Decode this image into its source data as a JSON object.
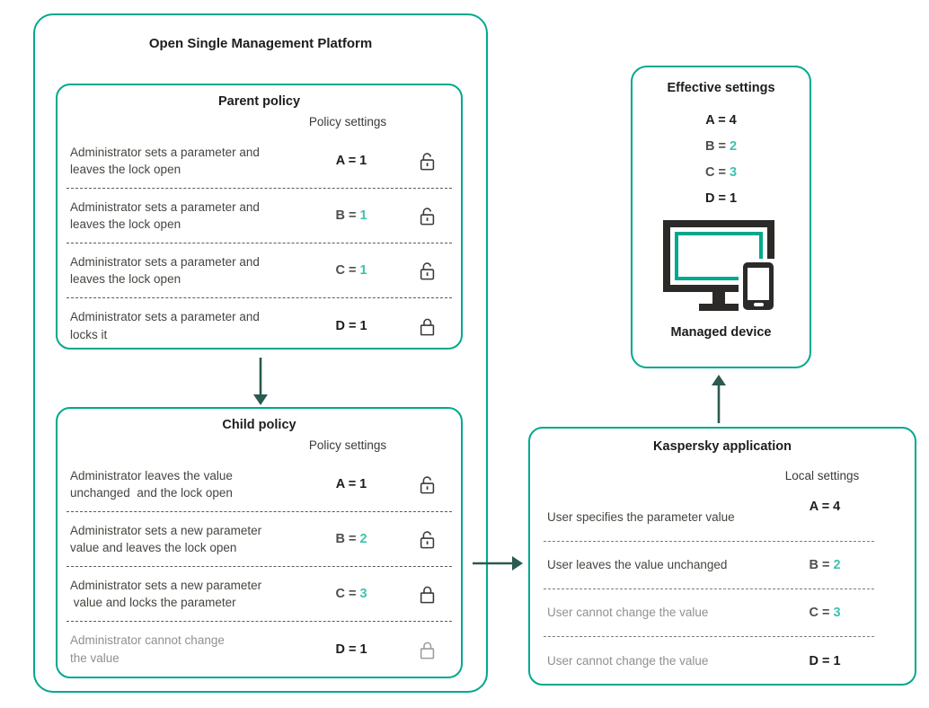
{
  "colors": {
    "border_teal": "#00a88e",
    "value_teal": "#3cc3ae",
    "arrow_dark_teal": "#2a5a50",
    "text_dark": "#1d1d1b",
    "text_body": "#454540",
    "text_faded": "#90908e",
    "device_frame": "#2b2a28"
  },
  "platform": {
    "title": "Open Single Management Platform",
    "parent_policy": {
      "title": "Parent policy",
      "settings_label": "Policy settings",
      "rows": [
        {
          "text": "Administrator sets a parameter and\nleaves the lock open",
          "param": "A =",
          "value": "1",
          "value_teal": false,
          "lock": "open"
        },
        {
          "text": "Administrator sets a parameter and\nleaves the lock open",
          "param": "B =",
          "value": "1",
          "value_teal": true,
          "lock": "open"
        },
        {
          "text": "Administrator sets a parameter and\nleaves the lock open",
          "param": "C =",
          "value": "1",
          "value_teal": true,
          "lock": "open"
        },
        {
          "text": "Administrator sets a parameter and\nlocks it",
          "param": "D =",
          "value": "1",
          "value_teal": false,
          "lock": "locked"
        }
      ]
    },
    "child_policy": {
      "title": "Child policy",
      "settings_label": "Policy settings",
      "rows": [
        {
          "text": "Administrator leaves the value\nunchanged  and the lock open",
          "param": "A =",
          "value": "1",
          "value_teal": false,
          "lock": "open"
        },
        {
          "text": "Administrator sets a new parameter\nvalue and leaves the lock open",
          "param": "B =",
          "value": "2",
          "value_teal": true,
          "lock": "open"
        },
        {
          "text": "Administrator sets a new parameter\n value and locks the parameter",
          "param": "C =",
          "value": "3",
          "value_teal": true,
          "lock": "locked"
        },
        {
          "text": "Administrator cannot change\nthe value",
          "param": "D =",
          "value": "1",
          "value_teal": false,
          "lock": "locked",
          "faded": true
        }
      ]
    }
  },
  "kaspersky_application": {
    "title": "Kaspersky application",
    "settings_label": "Local settings",
    "rows": [
      {
        "text": "User specifies the parameter value",
        "param": "A =",
        "value": "4",
        "value_teal": false
      },
      {
        "text": "User leaves the value unchanged",
        "param": "B =",
        "value": "2",
        "value_teal": true
      },
      {
        "text": "User cannot change the value",
        "param": "C =",
        "value": "3",
        "value_teal": true,
        "faded": true
      },
      {
        "text": "User cannot change the value",
        "param": "D =",
        "value": "1",
        "value_teal": false,
        "faded": true
      }
    ]
  },
  "effective_settings": {
    "title": "Effective settings",
    "values": [
      {
        "param": "A =",
        "value": "4",
        "value_teal": false
      },
      {
        "param": "B =",
        "value": "2",
        "value_teal": true
      },
      {
        "param": "C =",
        "value": "3",
        "value_teal": true
      },
      {
        "param": "D =",
        "value": "1",
        "value_teal": false
      }
    ],
    "device_label": "Managed device"
  }
}
